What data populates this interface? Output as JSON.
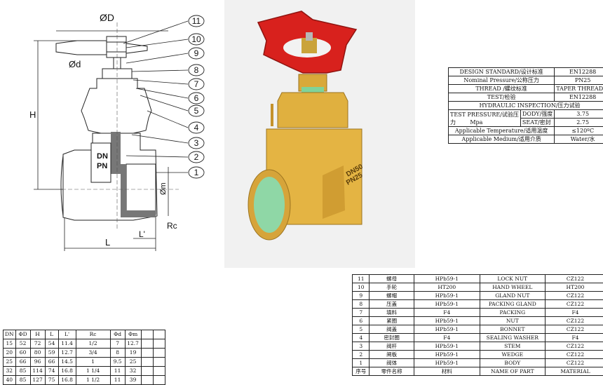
{
  "drawing": {
    "labels": {
      "od": "ØD",
      "small_d": "Ød",
      "h": "H",
      "dn": "DN",
      "pn": "PN",
      "dm": "Øm",
      "l": "L",
      "lp": "L'",
      "rc": "Rc"
    },
    "balloons": [
      "11",
      "10",
      "9",
      "8",
      "7",
      "6",
      "5",
      "4",
      "3",
      "2",
      "1"
    ]
  },
  "photo": {
    "body_text_1": "DN50",
    "body_text_2": "PN25"
  },
  "spec": {
    "rows": [
      {
        "label": "DESIGN STANDARD/设计标准",
        "value": "EN12288"
      },
      {
        "label": "Nominal Pressure/公称压力",
        "value": "PN25"
      },
      {
        "label": "THREAD /螺纹标准",
        "value": "TAPER THREAD-R"
      },
      {
        "label": "TEST/检验",
        "value": "EN12288"
      }
    ],
    "hydraulic_title": "HYDRAULIC INSPECTION/压力试验",
    "test_pressure_label": "TEST PRESSURE/试验压",
    "test_pressure_label_2": "力",
    "test_pressure_unit": "Mpa",
    "body_label": "DODY/强度",
    "body_value": "3.75",
    "seat_label": "SEAT/密封",
    "seat_value": "2.75",
    "temp_label": "Applicable Temperature/适用温度",
    "temp_value": "≤120ºC",
    "medium_label": "Applicable Medium/适用介质",
    "medium_value": "Water/水"
  },
  "parts": {
    "rows": [
      [
        "11",
        "螺母",
        "HPb59-1",
        "LOCK NUT",
        "CZ122"
      ],
      [
        "10",
        "手轮",
        "HT200",
        "HAND WHEEL",
        "HT200"
      ],
      [
        "9",
        "螺帽",
        "HPb59-1",
        "GLAND NUT",
        "CZ122"
      ],
      [
        "8",
        "压盖",
        "HPb59-1",
        "PACKING GLAND",
        "CZ122"
      ],
      [
        "7",
        "填料",
        "F4",
        "PACKING",
        "F4"
      ],
      [
        "6",
        "紧圈",
        "HPb59-1",
        "NUT",
        "CZ122"
      ],
      [
        "5",
        "阀盖",
        "HPb59-1",
        "BONNET",
        "CZ122"
      ],
      [
        "4",
        "密封圈",
        "F4",
        "SEALING WASHER",
        "F4"
      ],
      [
        "3",
        "阀杆",
        "HPb59-1",
        "STEM",
        "CZ122"
      ],
      [
        "2",
        "闸板",
        "HPb59-1",
        "WEDGE",
        "CZ122"
      ],
      [
        "1",
        "阀体",
        "HPb59-1",
        "BODY",
        "CZ122"
      ]
    ],
    "header": [
      "序号",
      "零件名称",
      "材料",
      "NAME OF PART",
      "MATERIAL"
    ]
  },
  "dims": {
    "header": [
      "DN",
      "ΦD",
      "H",
      "L",
      "L'",
      "Rc",
      "Φd",
      "Φm",
      "",
      ""
    ],
    "rows": [
      [
        "15",
        "52",
        "72",
        "54",
        "11.4",
        "1/2",
        "7",
        "12.7",
        "",
        ""
      ],
      [
        "20",
        "60",
        "80",
        "59",
        "12.7",
        "3/4",
        "8",
        "19",
        "",
        ""
      ],
      [
        "25",
        "66",
        "96",
        "66",
        "14.5",
        "1",
        "9.5",
        "25",
        "",
        ""
      ],
      [
        "32",
        "85",
        "114",
        "74",
        "16.8",
        "1 1/4",
        "11",
        "32",
        "",
        ""
      ],
      [
        "40",
        "85",
        "127",
        "75",
        "16.8",
        "1 1/2",
        "11",
        "39",
        "",
        ""
      ]
    ]
  }
}
